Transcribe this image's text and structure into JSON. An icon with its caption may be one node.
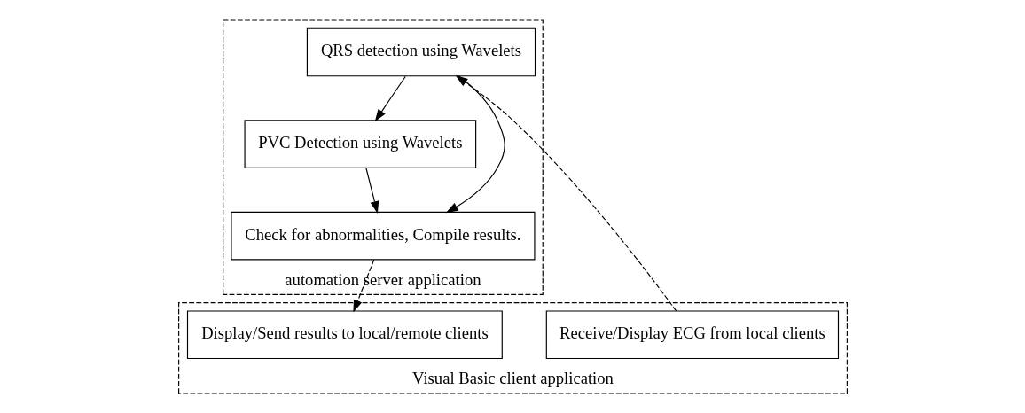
{
  "diagram": {
    "nodes": [
      {
        "text": [
          "Visual Basic client application"
        ]
      },
      {
        "text": [
          "automation server application"
        ]
      },
      {
        "text": [
          "Receive/Display ECG from local clients"
        ],
        "in": 0
      },
      {
        "text": [
          "Display/Send results to local/remote clients"
        ],
        "in": 0
      },
      {
        "text": [
          "QRS detection using Wavelets"
        ],
        "in": 1
      },
      {
        "text": [
          "PVC Detection using Wavelets"
        ],
        "in": 1
      },
      {
        "text": [
          "Check for abnormalities, Compile results."
        ],
        "in": 1
      }
    ],
    "edges": [
      {
        "from": 2,
        "to": 4,
        "arrow": "to",
        "style": "dashed"
      },
      {
        "from": 4,
        "to": 5,
        "arrow": "to"
      },
      {
        "from": 4,
        "to": 6,
        "arrow": "to"
      },
      {
        "from": 5,
        "to": 6,
        "arrow": "to"
      },
      {
        "from": 6,
        "to": 3,
        "arrow": "to",
        "style": "dashed"
      }
    ]
  }
}
